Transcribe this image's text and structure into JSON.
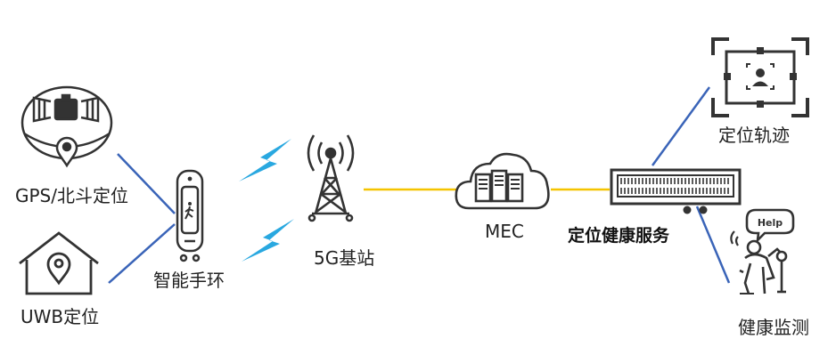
{
  "labels": {
    "gps": "GPS/北斗定位",
    "uwb": "UWB定位",
    "band": "智能手环",
    "tower": "5G基站",
    "mec": "MEC",
    "service": "定位健康服务",
    "track": "定位轨迹",
    "health": "健康监测",
    "help": "Help"
  },
  "colors": {
    "icon_dark": "#333333",
    "blue_link": "#3a64b8",
    "yellow_link": "#f5c400",
    "lightning": "#29a8e0"
  },
  "icons": {
    "satellite": "satellite-icon",
    "house": "house-location-icon",
    "band": "smart-band-icon",
    "tower": "cell-tower-icon",
    "cloud": "cloud-server-icon",
    "server": "server-rack-icon",
    "track": "person-frame-icon",
    "health": "elderly-help-icon"
  }
}
